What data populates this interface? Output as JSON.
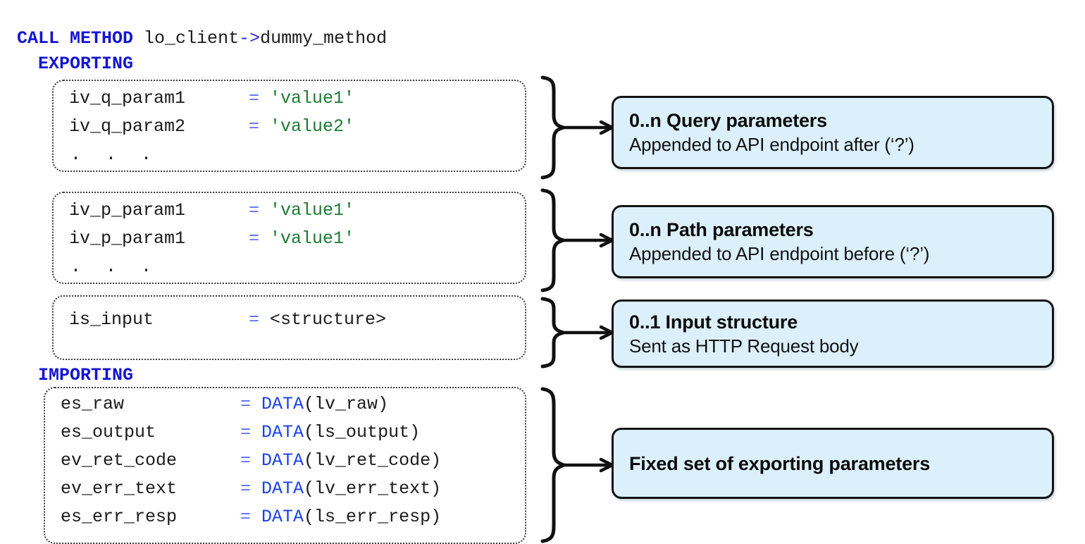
{
  "code": {
    "call_keyword": "CALL METHOD",
    "call_object": "lo_client",
    "call_arrow": "->",
    "call_method": "dummy_method",
    "exporting_keyword": "EXPORTING",
    "importing_keyword": "IMPORTING",
    "ellipsis": ". . .",
    "equals": "="
  },
  "colors": {
    "keyword_blue": "#1414d2",
    "string_green": "#1d7a34",
    "data_fn_blue": "#1a3ff0",
    "equals_blue": "#5b6ef5",
    "callout_fill": "#dcf0fb",
    "callout_border": "#131313",
    "param_box_border": "#3a3a3a",
    "text_black": "#1a1a1a"
  },
  "param_groups": [
    {
      "id": "query-parameters",
      "rows": [
        {
          "name": "iv_q_param1",
          "op": "=",
          "value": "'value1'",
          "value_kind": "string"
        },
        {
          "name": "iv_q_param2",
          "op": "=",
          "value": "'value2'",
          "value_kind": "string"
        }
      ],
      "has_ellipsis": true
    },
    {
      "id": "path-parameters",
      "rows": [
        {
          "name": "iv_p_param1",
          "op": "=",
          "value": "'value1'",
          "value_kind": "string"
        },
        {
          "name": "iv_p_param1",
          "op": "=",
          "value": "'value1'",
          "value_kind": "string"
        }
      ],
      "has_ellipsis": true
    },
    {
      "id": "input-structure",
      "rows": [
        {
          "name": "is_input",
          "op": "=",
          "value": "<structure>",
          "value_kind": "plain"
        }
      ],
      "has_ellipsis": false
    },
    {
      "id": "importing-parameters",
      "rows": [
        {
          "name": "es_raw",
          "op": "=",
          "value_fn": "DATA",
          "value_inner": "(lv_raw)",
          "value_kind": "data"
        },
        {
          "name": "es_output",
          "op": "=",
          "value_fn": "DATA",
          "value_inner": "(ls_output)",
          "value_kind": "data"
        },
        {
          "name": "ev_ret_code",
          "op": "=",
          "value_fn": "DATA",
          "value_inner": "(lv_ret_code)",
          "value_kind": "data"
        },
        {
          "name": "ev_err_text",
          "op": "=",
          "value_fn": "DATA",
          "value_inner": "(lv_err_text)",
          "value_kind": "data"
        },
        {
          "name": "es_err_resp",
          "op": "=",
          "value_fn": "DATA",
          "value_inner": "(ls_err_resp)",
          "value_kind": "data"
        }
      ],
      "has_ellipsis": false
    }
  ],
  "callouts": [
    {
      "id": "query-parameters-callout",
      "title": "0..n Query parameters",
      "subtitle": "Appended to API endpoint after (‘?’)"
    },
    {
      "id": "path-parameters-callout",
      "title": "0..n Path parameters",
      "subtitle": "Appended to API endpoint before (‘?’)"
    },
    {
      "id": "input-structure-callout",
      "title": "0..1 Input structure",
      "subtitle": "Sent as HTTP Request body"
    },
    {
      "id": "exporting-parameters-callout",
      "title": "Fixed set of exporting parameters",
      "subtitle": ""
    }
  ]
}
